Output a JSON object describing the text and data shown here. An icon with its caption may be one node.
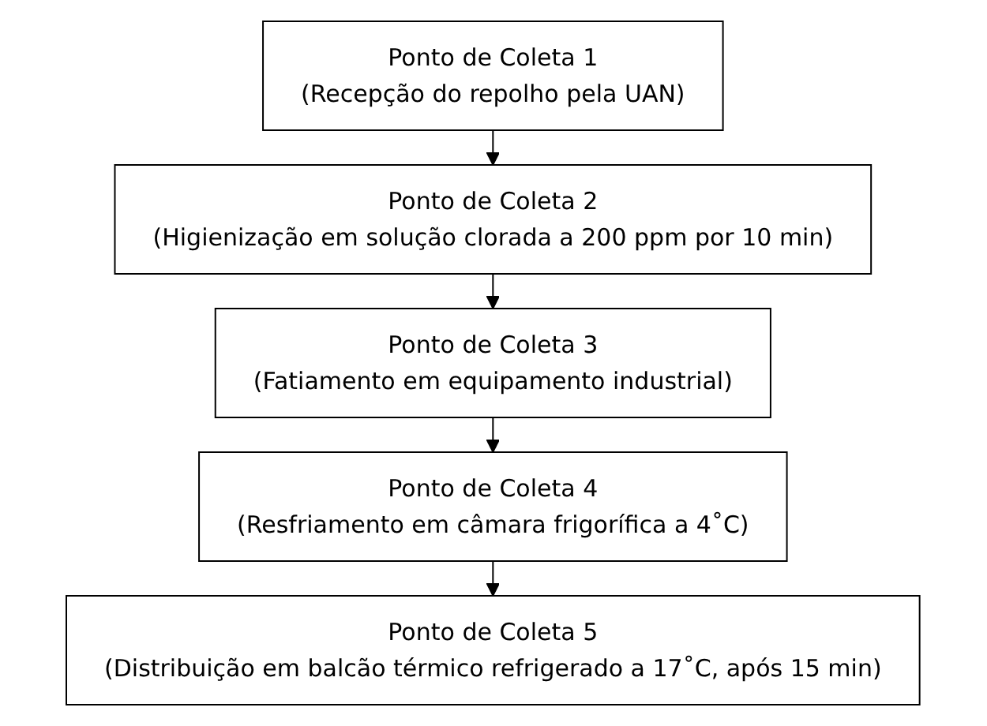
{
  "diagram": {
    "nodes": [
      {
        "text": [
          "Ponto de Coleta 1",
          "(Recepção do repolho pela UAN)"
        ]
      },
      {
        "text": [
          "Ponto de Coleta 2",
          "(Higienização em solução clorada a 200 ppm por 10 min)"
        ]
      },
      {
        "text": [
          "Ponto de Coleta 3",
          "(Fatiamento em equipamento industrial)"
        ]
      },
      {
        "text": [
          "Ponto de Coleta 4",
          "(Resfriamento em câmara frigorífica a 4˚C)"
        ]
      },
      {
        "text": [
          "Ponto de Coleta 5",
          "(Distribuição em balcão térmico refrigerado a 17˚C, após 15 min)"
        ]
      }
    ],
    "edges": [
      {
        "from": 0,
        "to": 1,
        "arrow": "to"
      },
      {
        "from": 1,
        "to": 2,
        "arrow": "to"
      },
      {
        "from": 2,
        "to": 3,
        "arrow": "to"
      },
      {
        "from": 3,
        "to": 4,
        "arrow": "to"
      }
    ]
  }
}
